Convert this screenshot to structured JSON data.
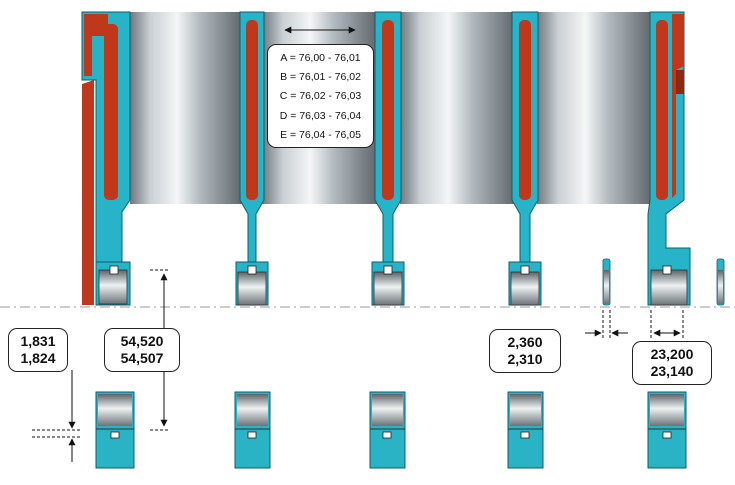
{
  "grades": [
    "A = 76,00 - 76,01",
    "B = 76,01 - 76,02",
    "C = 76,02 - 76,03",
    "D = 76,03 - 76,04",
    "E = 76,04 - 76,05"
  ],
  "dimensions": {
    "bearing_shell_thickness": {
      "max": "1,831",
      "min": "1,824"
    },
    "main_bearing_bore_height": {
      "max": "54,520",
      "min": "54,507"
    },
    "thrust_washer_thickness": {
      "max": "2,360",
      "min": "2,310"
    },
    "thrust_bearing_width": {
      "max": "23,200",
      "min": "23,140"
    }
  },
  "colors": {
    "block_section": "#27b4c8",
    "cooling_passage": "#c0381c",
    "cylinder_bore": "#b9c1c5",
    "bearing_shell": "#2ab3c4"
  }
}
